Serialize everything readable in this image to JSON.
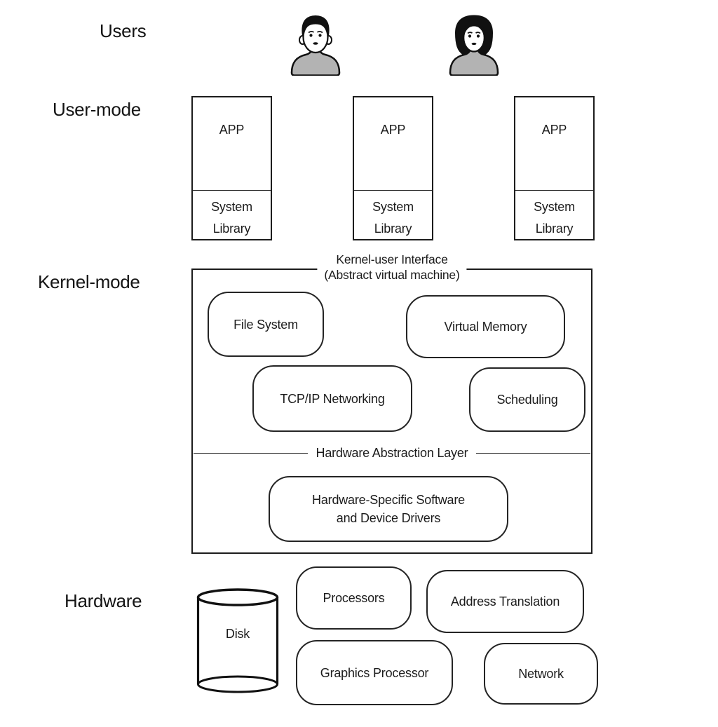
{
  "colors": {
    "ink": "#1c1c1c",
    "background": "#ffffff",
    "shirt_gray": "#b3b3b3",
    "hair_black": "#111111"
  },
  "row_labels": {
    "users": "Users",
    "user_mode": "User-mode",
    "kernel_mode": "Kernel-mode",
    "hardware": "Hardware"
  },
  "icons": {
    "male_user": "male-user-avatar",
    "female_user": "female-user-avatar",
    "disk_cylinder": "disk-cylinder"
  },
  "app_boxes": [
    {
      "title": "APP",
      "library": "System Library"
    },
    {
      "title": "APP",
      "library": "System Library"
    },
    {
      "title": "APP",
      "library": "System Library"
    }
  ],
  "kernel": {
    "interface_title_line1": "Kernel-user Interface",
    "interface_title_line2": "(Abstract virtual machine)",
    "components": {
      "file_system": "File System",
      "virtual_memory": "Virtual Memory",
      "tcp_ip_networking": "TCP/IP Networking",
      "scheduling": "Scheduling"
    },
    "hal_divider_label": "Hardware Abstraction Layer",
    "hal_box_line1": "Hardware-Specific Software",
    "hal_box_line2": "and Device Drivers"
  },
  "hardware": {
    "disk": "Disk",
    "processors": "Processors",
    "address_translation": "Address Translation",
    "graphics_processor": "Graphics Processor",
    "network": "Network"
  }
}
